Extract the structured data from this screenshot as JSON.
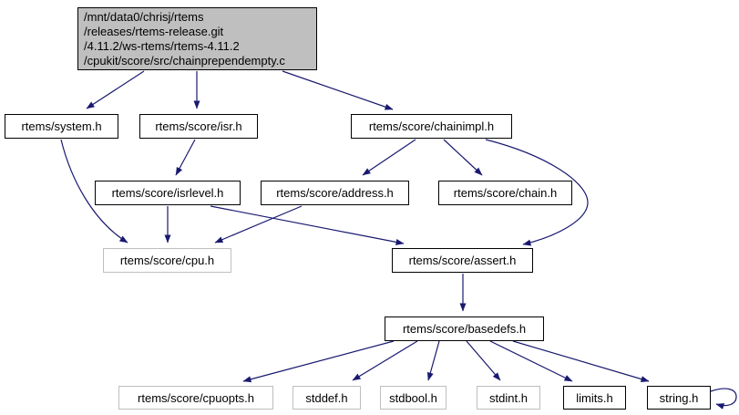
{
  "diagram": {
    "type": "include-dependency-graph",
    "colors": {
      "edge": "#191970",
      "root_fill": "#bfbfbf",
      "node_fill": "#ffffff",
      "documented_border": "#000000",
      "external_border": "#bfbfbf",
      "background": "#ffffff"
    },
    "root": {
      "label": "/mnt/data0/chrisj/rtems\n/releases/rtems-release.git\n/4.11.2/ws-rtems/rtems-4.11.2\n/cpukit/score/src/chainprependempty.c"
    },
    "nodes": [
      {
        "label": "rtems/system.h"
      },
      {
        "label": "rtems/score/isr.h"
      },
      {
        "label": "rtems/score/chainimpl.h"
      },
      {
        "label": "rtems/score/isrlevel.h"
      },
      {
        "label": "rtems/score/address.h"
      },
      {
        "label": "rtems/score/chain.h"
      },
      {
        "label": "rtems/score/cpu.h"
      },
      {
        "label": "rtems/score/assert.h"
      },
      {
        "label": "rtems/score/basedefs.h"
      },
      {
        "label": "rtems/score/cpuopts.h"
      },
      {
        "label": "stddef.h"
      },
      {
        "label": "stdbool.h"
      },
      {
        "label": "stdint.h"
      },
      {
        "label": "limits.h"
      },
      {
        "label": "string.h"
      }
    ],
    "edges": [
      {
        "from": "chainprependempty.c",
        "to": "rtems/system.h"
      },
      {
        "from": "chainprependempty.c",
        "to": "rtems/score/isr.h"
      },
      {
        "from": "chainprependempty.c",
        "to": "rtems/score/chainimpl.h"
      },
      {
        "from": "rtems/system.h",
        "to": "rtems/score/cpu.h"
      },
      {
        "from": "rtems/score/isr.h",
        "to": "rtems/score/isrlevel.h"
      },
      {
        "from": "rtems/score/chainimpl.h",
        "to": "rtems/score/address.h"
      },
      {
        "from": "rtems/score/chainimpl.h",
        "to": "rtems/score/chain.h"
      },
      {
        "from": "rtems/score/chainimpl.h",
        "to": "rtems/score/assert.h"
      },
      {
        "from": "rtems/score/isrlevel.h",
        "to": "rtems/score/cpu.h"
      },
      {
        "from": "rtems/score/isrlevel.h",
        "to": "rtems/score/assert.h"
      },
      {
        "from": "rtems/score/address.h",
        "to": "rtems/score/cpu.h"
      },
      {
        "from": "rtems/score/assert.h",
        "to": "rtems/score/basedefs.h"
      },
      {
        "from": "rtems/score/basedefs.h",
        "to": "rtems/score/cpuopts.h"
      },
      {
        "from": "rtems/score/basedefs.h",
        "to": "stddef.h"
      },
      {
        "from": "rtems/score/basedefs.h",
        "to": "stdbool.h"
      },
      {
        "from": "rtems/score/basedefs.h",
        "to": "stdint.h"
      },
      {
        "from": "rtems/score/basedefs.h",
        "to": "limits.h"
      },
      {
        "from": "rtems/score/basedefs.h",
        "to": "string.h"
      },
      {
        "from": "string.h",
        "to": "string.h"
      }
    ]
  }
}
